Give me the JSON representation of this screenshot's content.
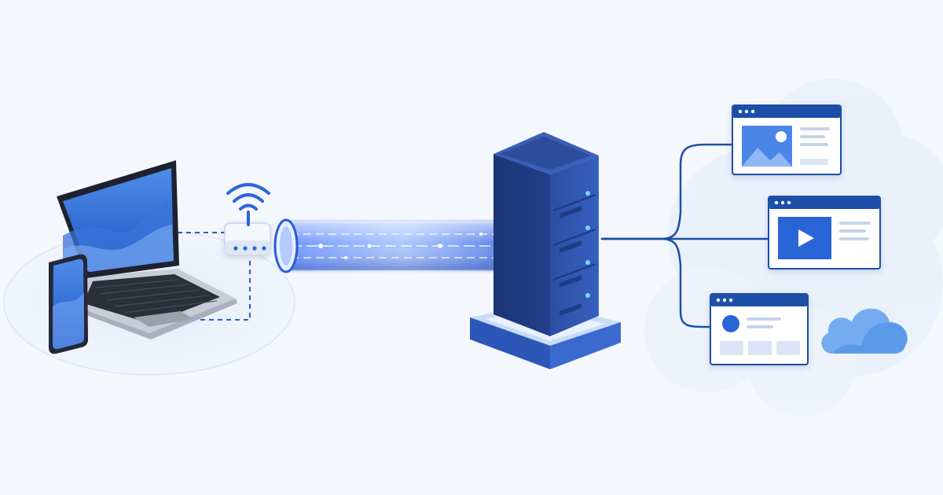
{
  "colors": {
    "background": "#f4f7fc",
    "primary": "#1f4fa8",
    "navy": "#1a3474",
    "accent": "#3b82f6",
    "light_blue": "#9cc0f0",
    "cloud": "#eaf1fb",
    "tunnel_glow": "#5b8cff"
  },
  "nodes": {
    "laptop": {
      "icon": "laptop-icon"
    },
    "phone": {
      "icon": "smartphone-icon"
    },
    "router": {
      "icon": "wifi-router-icon",
      "signal": "wifi-signal-icon"
    },
    "tunnel": {
      "icon": "encrypted-tunnel"
    },
    "server": {
      "icon": "server-tower-icon",
      "led_count": 4
    },
    "windows": [
      {
        "icon": "image-browser-window-icon",
        "content": "image"
      },
      {
        "icon": "video-browser-window-icon",
        "content": "video"
      },
      {
        "icon": "profile-browser-window-icon",
        "content": "profile"
      }
    ],
    "cloud": {
      "icon": "cloud-icon"
    }
  }
}
